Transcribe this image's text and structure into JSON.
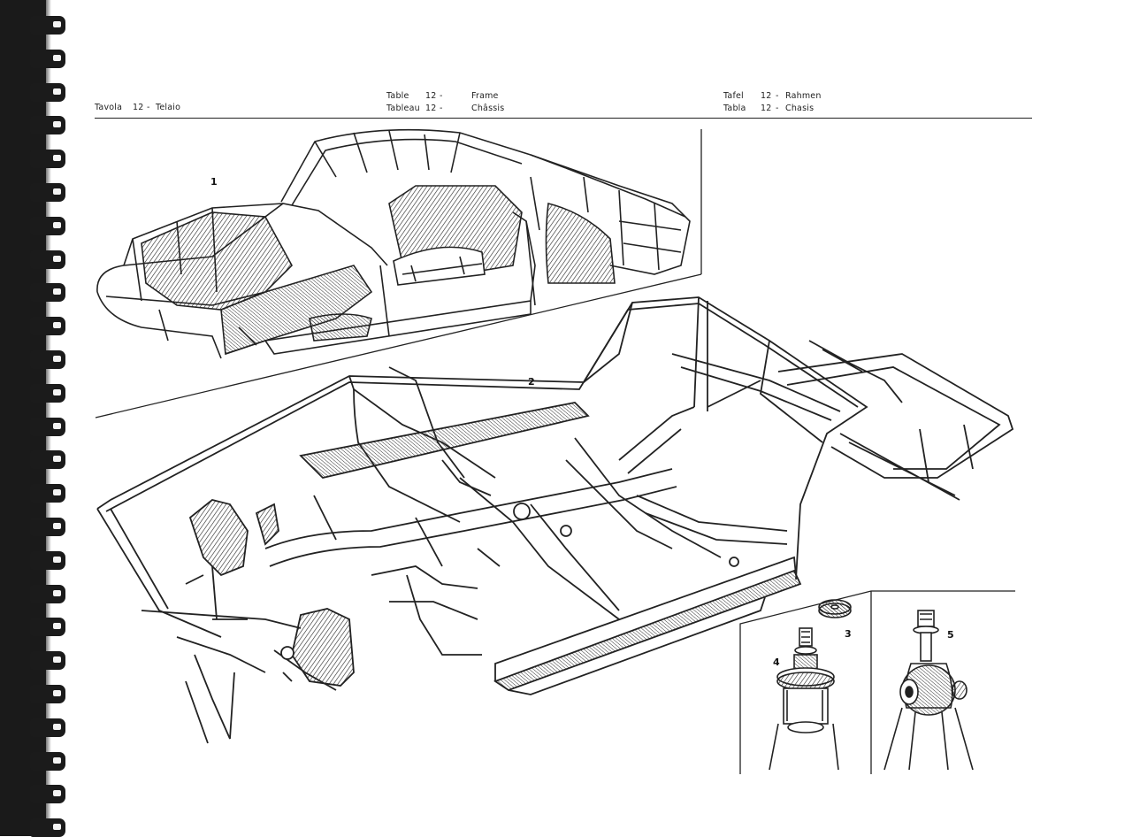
{
  "header": {
    "it": {
      "word": "Tavola",
      "num": "12",
      "sep": "-",
      "title": "Telaio"
    },
    "en": {
      "word": "Table",
      "num": "12",
      "sep": "-",
      "title": "Frame"
    },
    "fr": {
      "word": "Tableau",
      "num": "12",
      "sep": "-",
      "title": "Châssis"
    },
    "de": {
      "word": "Tafel",
      "num": "12",
      "sep": "-",
      "title": "Rahmen"
    },
    "es": {
      "word": "Tabla",
      "num": "12",
      "sep": "-",
      "title": "Chasis"
    }
  },
  "figures": {
    "callouts": [
      "1",
      "2",
      "3",
      "4",
      "5"
    ],
    "items": [
      {
        "id": "body-shell",
        "callout": "1"
      },
      {
        "id": "tubular-frame",
        "callout": "2"
      },
      {
        "id": "rubber-washer",
        "callout": "3"
      },
      {
        "id": "mount-bolt-assembly",
        "callout": "4"
      },
      {
        "id": "bushing-mount",
        "callout": "5"
      }
    ]
  },
  "colors": {
    "ink": "#222222",
    "paper": "#ffffff",
    "binding": "#1a1a1a"
  }
}
